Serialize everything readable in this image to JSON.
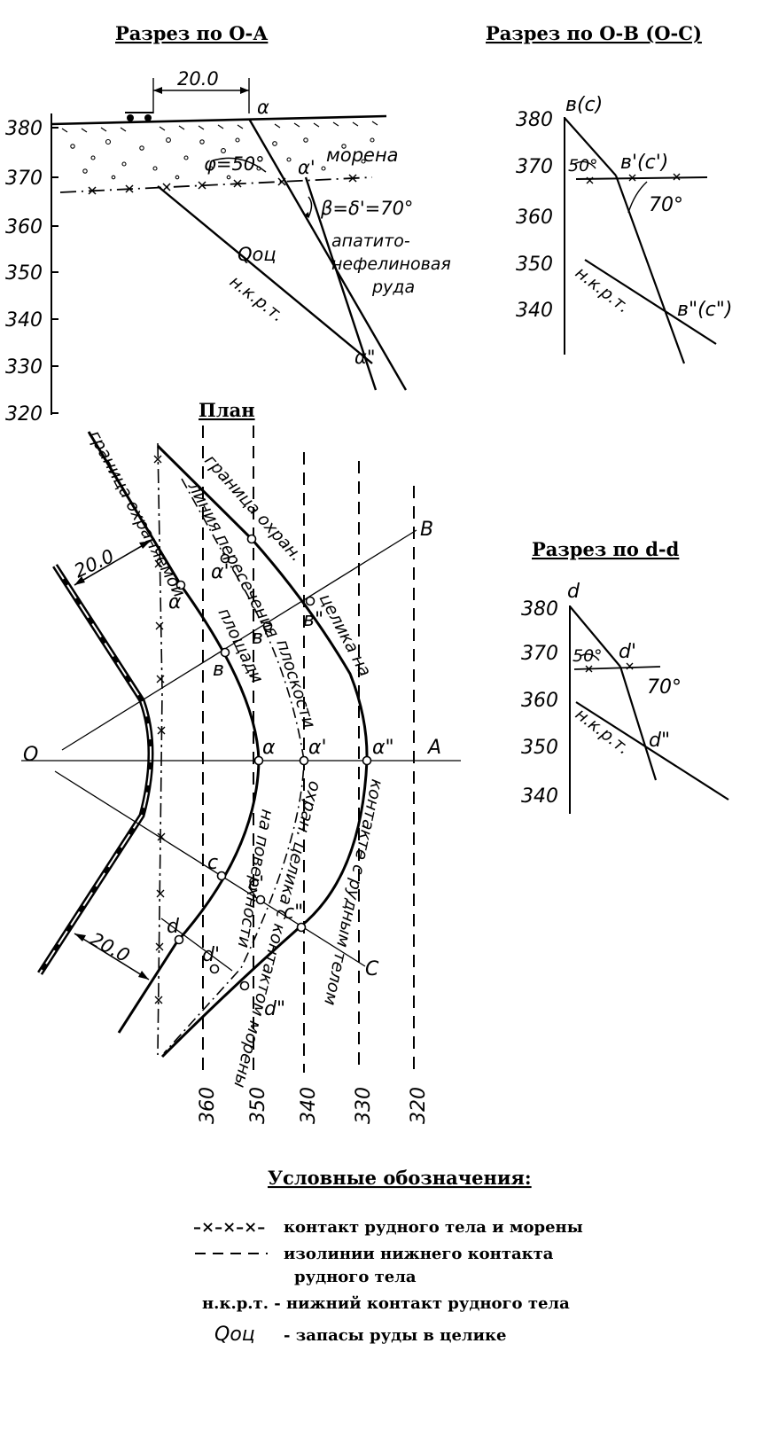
{
  "titles": {
    "section_oa": "Разрез по О-А",
    "section_ob": "Разрез по О-В (О-С)",
    "plan": "План",
    "section_dd": "Разрез по d-d"
  },
  "section_oa": {
    "y_ticks": [
      "380",
      "370",
      "360",
      "350",
      "340",
      "330",
      "320"
    ],
    "width_label": "20.0",
    "point_a": "α",
    "point_a1": "α'",
    "point_a2": "α\"",
    "angle_phi": "φ=50°",
    "angle_beta": "β=δ'=70°",
    "moraine": "морена",
    "ore_line1": "апатито-",
    "ore_line2": "нефелиновая",
    "ore_line3": "руда",
    "reserve": "Qоц",
    "nkrt": "н.к.р.т."
  },
  "section_ob": {
    "y_ticks": [
      "380",
      "370",
      "360",
      "350",
      "340"
    ],
    "point_top": "в(с)",
    "point_mid": "в'(с')",
    "point_low": "в\"(с\")",
    "angle_50": "50°",
    "angle_70": "70°",
    "nkrt": "н.к.р.т."
  },
  "section_dd": {
    "y_ticks": [
      "380",
      "370",
      "360",
      "350",
      "340"
    ],
    "point_top": "d",
    "point_mid": "d'",
    "point_low": "d\"",
    "angle_50": "50°",
    "angle_70": "70°",
    "nkrt": "н.к.р.т."
  },
  "plan": {
    "isolines": [
      "360",
      "350",
      "340",
      "330",
      "320"
    ],
    "width_top": "20.0",
    "width_bottom": "20.0",
    "pt_O": "О",
    "pt_A": "А",
    "pt_B": "В",
    "pt_C": "С",
    "pt_a": "α",
    "pt_a1": "α'",
    "pt_a2": "α\"",
    "pt_b": "в",
    "pt_b1": "в'",
    "pt_b2": "в\"",
    "pt_c": "с",
    "pt_c1": "с'",
    "pt_c2": "с\"",
    "pt_d": "d",
    "pt_d1": "d'",
    "pt_d2": "d\"",
    "txt_protected_1": "граница охраняемой",
    "txt_protected_2": "площади",
    "txt_protected_3": "на поверхности",
    "txt_pillar_1": "граница охран.",
    "txt_pillar_2": "целика на",
    "txt_pillar_3": "контакте с рудным телом",
    "txt_intersect_1": "линия пересечения",
    "txt_intersect_2": "плоскости",
    "txt_intersect_3": "охран. целика с контактом морены"
  },
  "legend": {
    "title": "Условные обозначения:",
    "item1_symbol": "–×–×–×–",
    "item1_text": "контакт рудного тела и морены",
    "item2_text_1": "изолинии нижнего контакта",
    "item2_text_2": "рудного тела",
    "item3_text": "н.к.р.т. - нижний контакт рудного тела",
    "item4_symbol": "Qоц",
    "item4_text": "- запасы руды в целике"
  }
}
